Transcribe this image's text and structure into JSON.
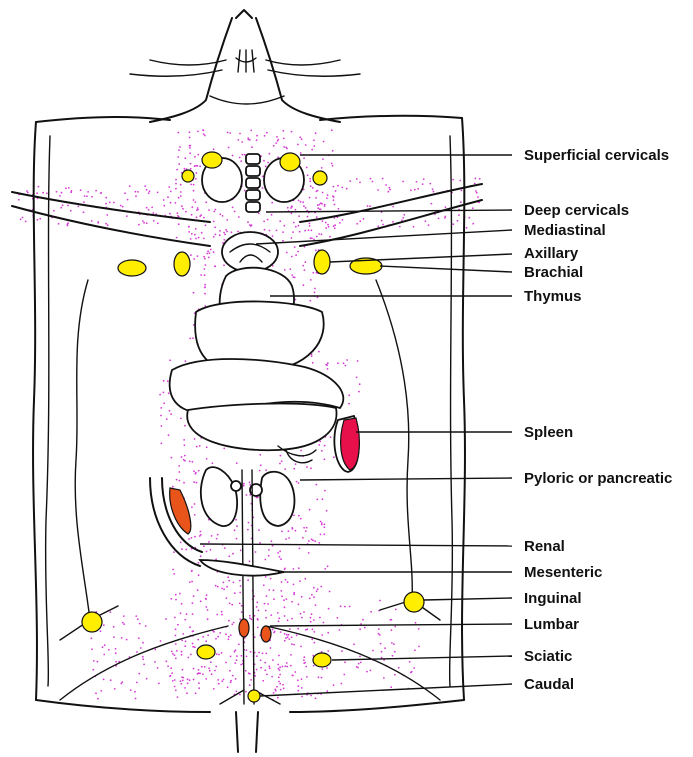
{
  "labels": {
    "superficial_cervicals": "Superficial cervicals",
    "deep_cervicals": "Deep cervicals",
    "mediastinal": "Mediastinal",
    "axillary": "Axillary",
    "brachial": "Brachial",
    "thymus": "Thymus",
    "spleen": "Spleen",
    "pyloric_or_pancreatic": "Pyloric or pancreatic",
    "renal": "Renal",
    "mesenteric": "Mesenteric",
    "inguinal": "Inguinal",
    "lumbar": "Lumbar",
    "sciatic": "Sciatic",
    "caudal": "Caudal"
  },
  "colors": {
    "lymph_node": "#ffee00",
    "spleen": "#e8104a",
    "renal_node": "#e8541a",
    "lymph_dots": "#d63cd6",
    "ink": "#111111"
  }
}
